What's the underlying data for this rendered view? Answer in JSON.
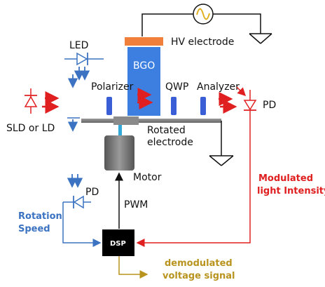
{
  "labels": {
    "hv_electrode": "HV electrode",
    "bgo": "BGO",
    "led": "LED",
    "polarizer": "Polarizer",
    "qwp": "QWP",
    "analyzer": "Analyzer",
    "pd_right": "PD",
    "source_line1": "SLD or LD",
    "rotated_electrode_line1": "Rotated",
    "rotated_electrode_line2": "electrode",
    "motor": "Motor",
    "pd_left": "PD",
    "pwm": "PWM",
    "rotation_speed_line1": "Rotation",
    "rotation_speed_line2": "Speed",
    "modulated_line1": "Modulated",
    "modulated_line2": "light Intensity",
    "dsp": "DSP",
    "demodulated_line1": "demodulated",
    "demodulated_line2": "voltage signal"
  },
  "colors": {
    "electrode": "#f07f3c",
    "crystal": "#3d7fe0",
    "optic": "#3a5ed6",
    "light": "#e02020",
    "blue_line": "#3b73c2",
    "gold": "#b8941e",
    "black": "#111111",
    "source_gold": "#e0b020"
  }
}
